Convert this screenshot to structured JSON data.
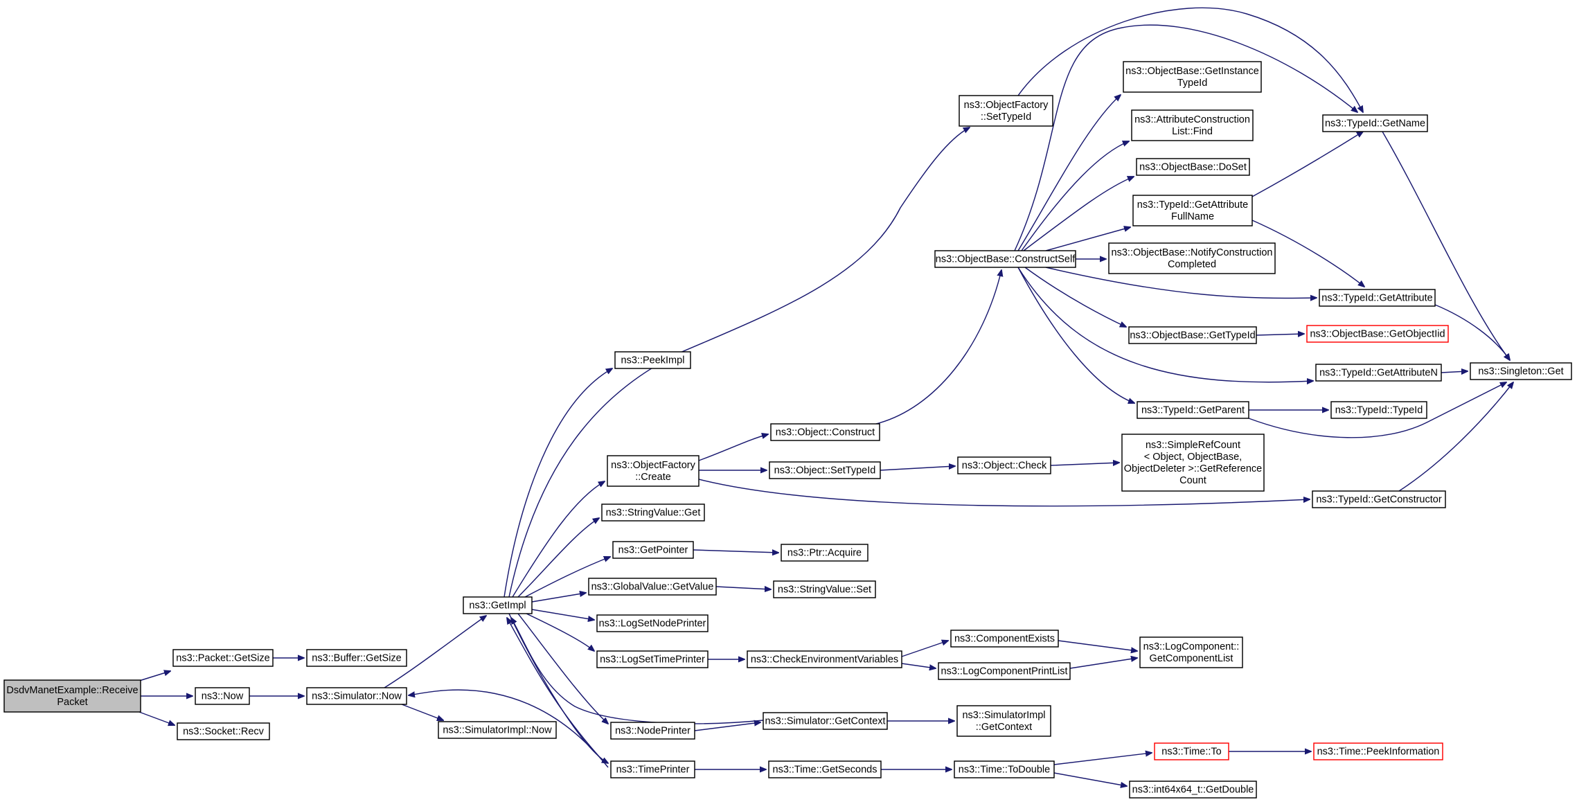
{
  "colors": {
    "edge": "#191970",
    "node_border": "#000000",
    "truncated_border": "#ff0000",
    "root_fill": "#bfbfbf",
    "background": "#ffffff"
  },
  "nodes": [
    {
      "id": "receive",
      "lines": [
        "DsdvManetExample::Receive",
        "Packet"
      ],
      "style": "root"
    },
    {
      "id": "getsize",
      "lines": [
        "ns3::Packet::GetSize"
      ]
    },
    {
      "id": "now",
      "lines": [
        "ns3::Now"
      ]
    },
    {
      "id": "recv",
      "lines": [
        "ns3::Socket::Recv"
      ]
    },
    {
      "id": "buffer_getsize",
      "lines": [
        "ns3::Buffer::GetSize"
      ]
    },
    {
      "id": "sim_now",
      "lines": [
        "ns3::Simulator::Now"
      ]
    },
    {
      "id": "getimpl",
      "lines": [
        "ns3::GetImpl"
      ]
    },
    {
      "id": "simimpl_now",
      "lines": [
        "ns3::SimulatorImpl::Now"
      ]
    },
    {
      "id": "peekimpl",
      "lines": [
        "ns3::PeekImpl"
      ]
    },
    {
      "id": "of_create",
      "lines": [
        "ns3::ObjectFactory",
        "::Create"
      ]
    },
    {
      "id": "strval_get",
      "lines": [
        "ns3::StringValue::Get"
      ]
    },
    {
      "id": "getpointer",
      "lines": [
        "ns3::GetPointer"
      ]
    },
    {
      "id": "gv_getvalue",
      "lines": [
        "ns3::GlobalValue::GetValue"
      ]
    },
    {
      "id": "lognodeprinter",
      "lines": [
        "ns3::LogSetNodePrinter"
      ]
    },
    {
      "id": "logtimeprinter",
      "lines": [
        "ns3::LogSetTimePrinter"
      ]
    },
    {
      "id": "nodeprinter",
      "lines": [
        "ns3::NodePrinter"
      ]
    },
    {
      "id": "timeprinter",
      "lines": [
        "ns3::TimePrinter"
      ]
    },
    {
      "id": "of_settypeid",
      "lines": [
        "ns3::ObjectFactory",
        "::SetTypeId"
      ]
    },
    {
      "id": "obj_construct",
      "lines": [
        "ns3::Object::Construct"
      ]
    },
    {
      "id": "obj_settypeid",
      "lines": [
        "ns3::Object::SetTypeId"
      ]
    },
    {
      "id": "ptr_acquire",
      "lines": [
        "ns3::Ptr::Acquire"
      ]
    },
    {
      "id": "strval_set",
      "lines": [
        "ns3::StringValue::Set"
      ]
    },
    {
      "id": "checkenv",
      "lines": [
        "ns3::CheckEnvironmentVariables"
      ]
    },
    {
      "id": "sim_getcontext",
      "lines": [
        "ns3::Simulator::GetContext"
      ]
    },
    {
      "id": "time_getseconds",
      "lines": [
        "ns3::Time::GetSeconds"
      ]
    },
    {
      "id": "ob_constructself",
      "lines": [
        "ns3::ObjectBase::ConstructSelf"
      ]
    },
    {
      "id": "obj_check",
      "lines": [
        "ns3::Object::Check"
      ]
    },
    {
      "id": "compexists",
      "lines": [
        "ns3::ComponentExists"
      ]
    },
    {
      "id": "logcompprint",
      "lines": [
        "ns3::LogComponentPrintList"
      ]
    },
    {
      "id": "simimpl_getcontext",
      "lines": [
        "ns3::SimulatorImpl",
        "::GetContext"
      ]
    },
    {
      "id": "time_todouble",
      "lines": [
        "ns3::Time::ToDouble"
      ]
    },
    {
      "id": "ob_getinstancetypeid",
      "lines": [
        "ns3::ObjectBase::GetInstance",
        "TypeId"
      ]
    },
    {
      "id": "attrconstlist_find",
      "lines": [
        "ns3::AttributeConstruction",
        "List::Find"
      ]
    },
    {
      "id": "ob_doset",
      "lines": [
        "ns3::ObjectBase::DoSet"
      ]
    },
    {
      "id": "tid_getattrfullname",
      "lines": [
        "ns3::TypeId::GetAttribute",
        "FullName"
      ]
    },
    {
      "id": "ob_notifyconstr",
      "lines": [
        "ns3::ObjectBase::NotifyConstruction",
        "Completed"
      ]
    },
    {
      "id": "ob_gettypeid",
      "lines": [
        "ns3::ObjectBase::GetTypeId"
      ]
    },
    {
      "id": "tid_getparent",
      "lines": [
        "ns3::TypeId::GetParent"
      ]
    },
    {
      "id": "simplerefcount",
      "lines": [
        "ns3::SimpleRefCount",
        "< Object, ObjectBase,",
        "ObjectDeleter >::GetReference",
        "Count"
      ]
    },
    {
      "id": "logcomp_getlist",
      "lines": [
        "ns3::LogComponent::",
        "GetComponentList"
      ]
    },
    {
      "id": "time_to",
      "lines": [
        "ns3::Time::To"
      ],
      "style": "truncated"
    },
    {
      "id": "int64_getdouble",
      "lines": [
        "ns3::int64x64_t::GetDouble"
      ]
    },
    {
      "id": "tid_getname",
      "lines": [
        "ns3::TypeId::GetName"
      ]
    },
    {
      "id": "tid_getattribute",
      "lines": [
        "ns3::TypeId::GetAttribute"
      ]
    },
    {
      "id": "ob_getobjectiid",
      "lines": [
        "ns3::ObjectBase::GetObjectIid"
      ],
      "style": "truncated"
    },
    {
      "id": "tid_getattributen",
      "lines": [
        "ns3::TypeId::GetAttributeN"
      ]
    },
    {
      "id": "tid_typeid",
      "lines": [
        "ns3::TypeId::TypeId"
      ]
    },
    {
      "id": "tid_getconstructor",
      "lines": [
        "ns3::TypeId::GetConstructor"
      ]
    },
    {
      "id": "time_peekinfo",
      "lines": [
        "ns3::Time::PeekInformation"
      ],
      "style": "truncated"
    },
    {
      "id": "singleton_get",
      "lines": [
        "ns3::Singleton::Get"
      ]
    }
  ]
}
